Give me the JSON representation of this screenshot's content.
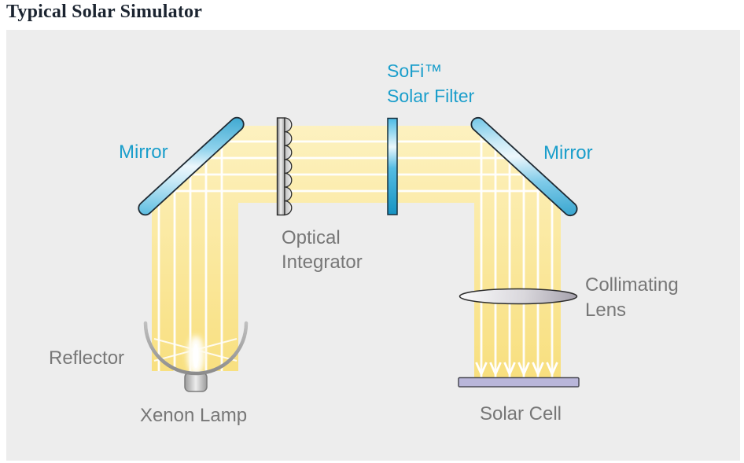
{
  "title": "Typical Solar Simulator",
  "colors": {
    "page_bg": "#FFFFFF",
    "panel_bg": "#EDEDED",
    "title_color": "#1B2430",
    "accent_cyan": "#1A9ECB",
    "label_gray": "#777777",
    "beam_light": "#FDF2C2",
    "beam_deep": "#F8DF7E",
    "mirror_mid": "#2FABD9",
    "mirror_deep": "#1B96C5",
    "cell_fill": "#B9B6DA",
    "stripe_white": "#FFFFFF"
  },
  "diagram": {
    "labels": {
      "mirror_left": "Mirror",
      "mirror_right": "Mirror",
      "solar_filter": [
        "SoFi™",
        "Solar Filter"
      ],
      "optical_integrator": [
        "Optical",
        "Integrator"
      ],
      "collimating_lens": [
        "Collimating",
        "Lens"
      ],
      "reflector": "Reflector",
      "xenon_lamp": "Xenon Lamp",
      "solar_cell": "Solar Cell"
    }
  }
}
